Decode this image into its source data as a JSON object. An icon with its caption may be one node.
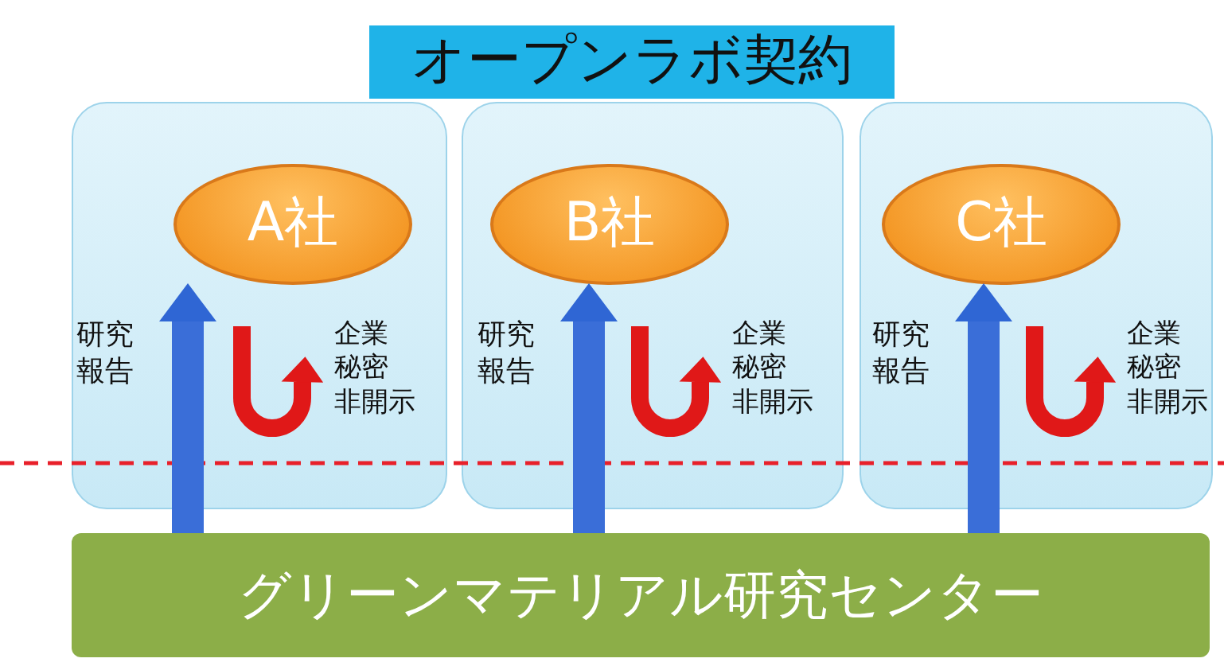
{
  "diagram": {
    "nodes": [
      {
        "text": [
          "オープンラボ契約"
        ]
      },
      {
        "text": [],
        "shape": "box"
      },
      {
        "text": [],
        "shape": "box"
      },
      {
        "text": [],
        "shape": "box"
      },
      {
        "text": [
          "A社"
        ],
        "in": 1
      },
      {
        "text": [
          "B社"
        ],
        "in": 2
      },
      {
        "text": [
          "C社"
        ],
        "in": 3
      },
      {
        "text": [
          "グリーンマテリアル研究センター"
        ]
      }
    ],
    "edges": [
      {
        "from": 7,
        "to": 4,
        "arrow": "to",
        "label": "研究報告"
      },
      {
        "from": 7,
        "to": 5,
        "arrow": "to",
        "label": "研究報告"
      },
      {
        "from": 7,
        "to": 6,
        "arrow": "to",
        "label": "研究報告"
      }
    ],
    "labels": [
      "企業秘密非開示",
      "企業秘密非開示",
      "企業秘密非開示"
    ]
  }
}
